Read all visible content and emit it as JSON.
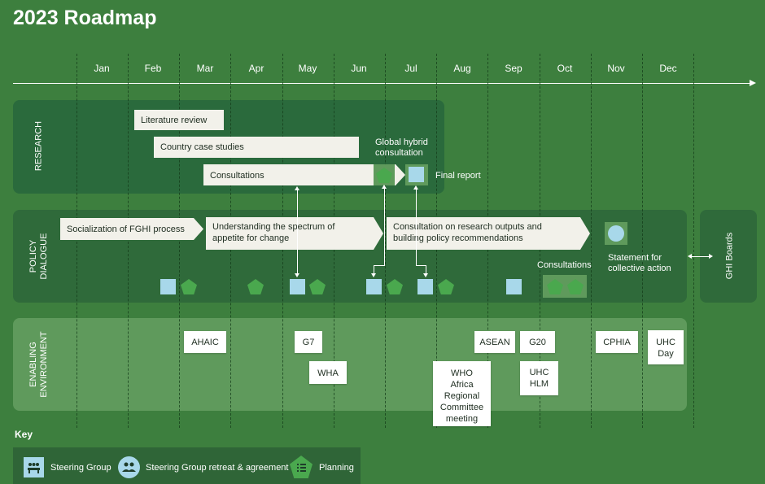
{
  "title": "2023 Roadmap",
  "months": [
    "Jan",
    "Feb",
    "Mar",
    "Apr",
    "May",
    "Jun",
    "Jul",
    "Aug",
    "Sep",
    "Oct",
    "Nov",
    "Dec"
  ],
  "lanes": {
    "research": "RESEARCH",
    "policy": [
      "POLICY",
      "DIALOGUE"
    ],
    "enabling": [
      "ENABLING",
      "ENVIRONMENT"
    ],
    "boards": "GHI Boards"
  },
  "research": {
    "literature_review": "Literature review",
    "country_case_studies": "Country case studies",
    "consultations": "Consultations",
    "global_hybrid": [
      "Global hybrid",
      "consultation"
    ],
    "final_report": "Final report"
  },
  "policy": {
    "socialization": "Socialization of FGHI process",
    "understanding": [
      "Understanding the spectrum of",
      "appetite for change"
    ],
    "consultation_research": [
      "Consultation on research outputs and",
      "building policy recommendations"
    ],
    "consultations": "Consultations",
    "statement": [
      "Statement for",
      "collective action"
    ]
  },
  "enabling": {
    "ahaic": "AHAIC",
    "g7": "G7",
    "wha": "WHA",
    "asean": "ASEAN",
    "who_africa": [
      "WHO",
      "Africa",
      "Regional",
      "Committee",
      "meeting"
    ],
    "g20": "G20",
    "uhc_hlm": [
      "UHC",
      "HLM"
    ],
    "cphia": "CPHIA",
    "uhc_day": [
      "UHC",
      "Day"
    ]
  },
  "key": {
    "title": "Key",
    "steering_group": "Steering Group",
    "retreat": "Steering Group retreat & agreement",
    "planning": "Planning"
  },
  "colors": {
    "background": "#3d7f3e",
    "research_lane": "#2a6a3c",
    "policy_lane": "#2f6a3a",
    "enabling_lane": "#5f9a5c",
    "steering_square": "#a8d8ea",
    "planning_pentagon": "#4aa84e"
  },
  "icons": {
    "steering_group": "people-at-table-icon",
    "retreat": "group-people-icon",
    "planning": "checklist-icon"
  }
}
